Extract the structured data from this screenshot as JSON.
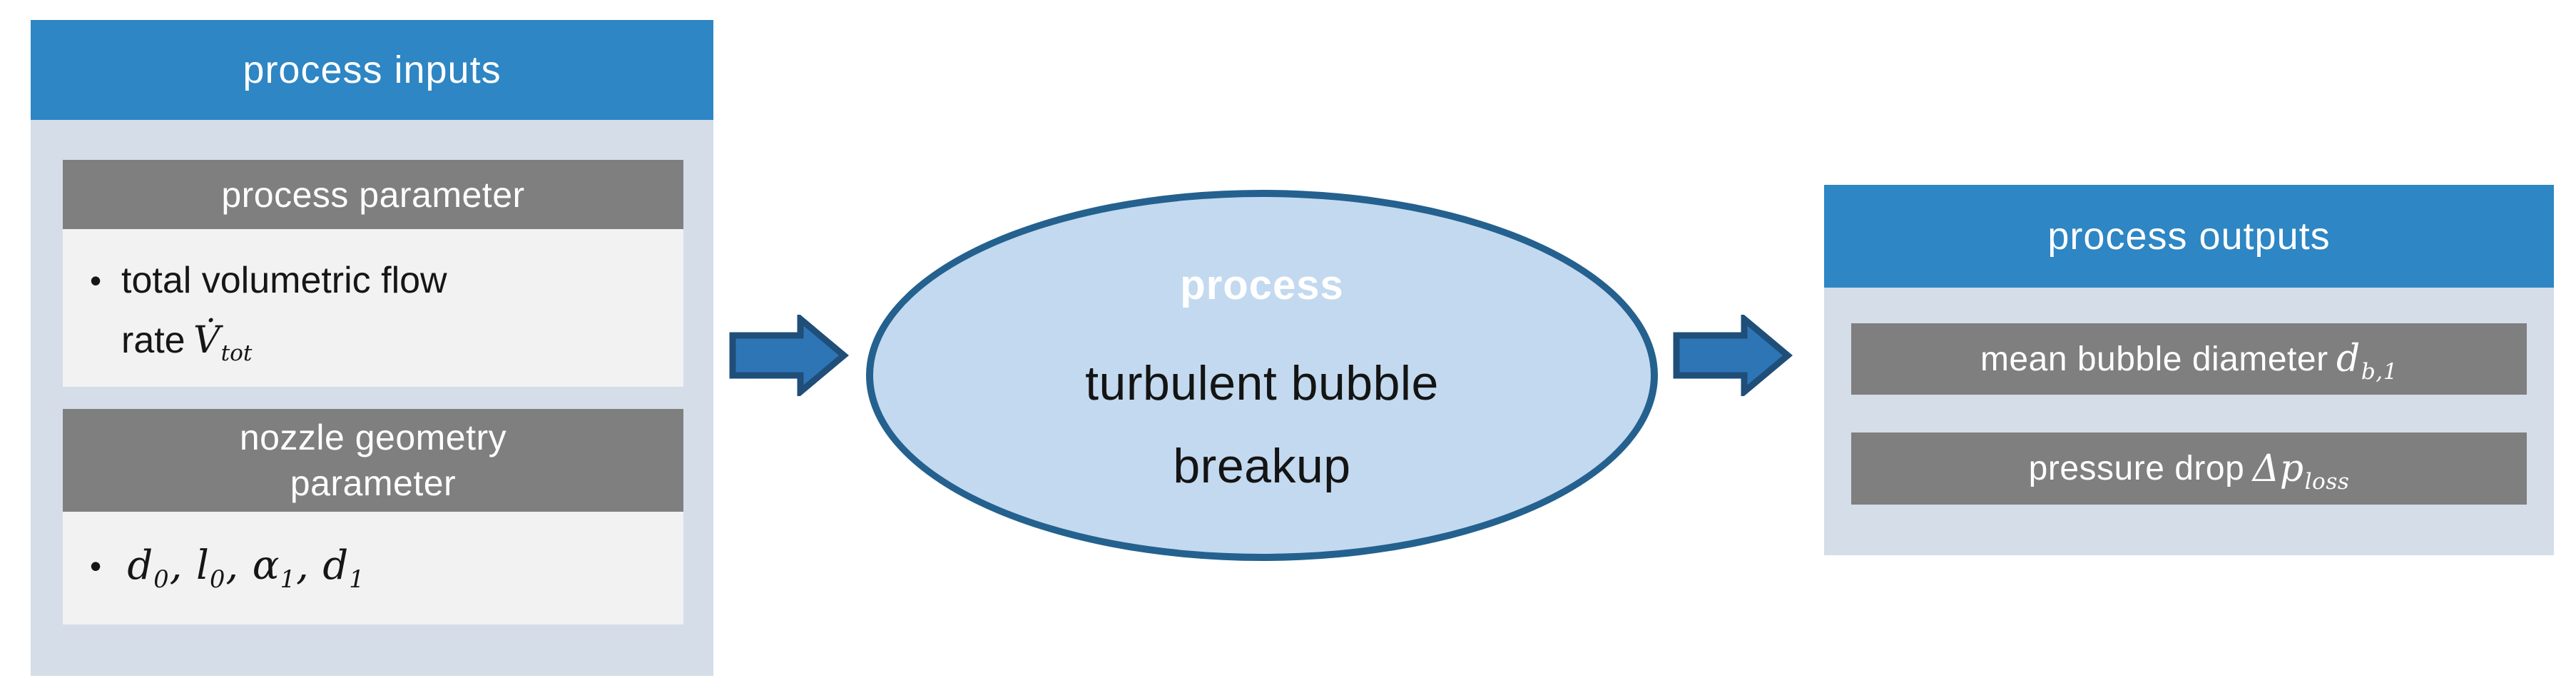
{
  "inputs_panel": {
    "title": "process inputs",
    "section1": {
      "heading": "process parameter",
      "bullet": "•",
      "line1": "total volumetric flow",
      "line2_prefix": "rate",
      "math_main": "V̇",
      "math_sub": "tot"
    },
    "section2": {
      "heading": "nozzle geometry parameter",
      "bullet": "•",
      "math": [
        {
          "main": "d",
          "sub": "0",
          "sep": ","
        },
        {
          "main": "l",
          "sub": "0",
          "sep": ","
        },
        {
          "main": "α",
          "sub": "1",
          "sep": ","
        },
        {
          "main": "d",
          "sub": "1",
          "sep": ""
        }
      ]
    }
  },
  "process_node": {
    "label": "process",
    "line1": "turbulent bubble",
    "line2": "breakup"
  },
  "outputs_panel": {
    "title": "process outputs",
    "item1": {
      "label": "mean bubble diameter",
      "math_main": "d",
      "math_sub": "b,1"
    },
    "item2": {
      "label": "pressure drop",
      "math_main": "Δp",
      "math_sub": "loss"
    }
  },
  "icons": {
    "flow_arrow": "right-block-arrow"
  },
  "colors": {
    "header_blue": "#2e86c4",
    "panel_body_blue": "#d5dde8",
    "bar_gray": "#7f7f7f",
    "content_gray": "#f2f2f2",
    "ellipse_fill": "#c3d9ef",
    "ellipse_border": "#24618e",
    "arrow_fill": "#2e75b6",
    "arrow_border": "#1f4e79"
  }
}
